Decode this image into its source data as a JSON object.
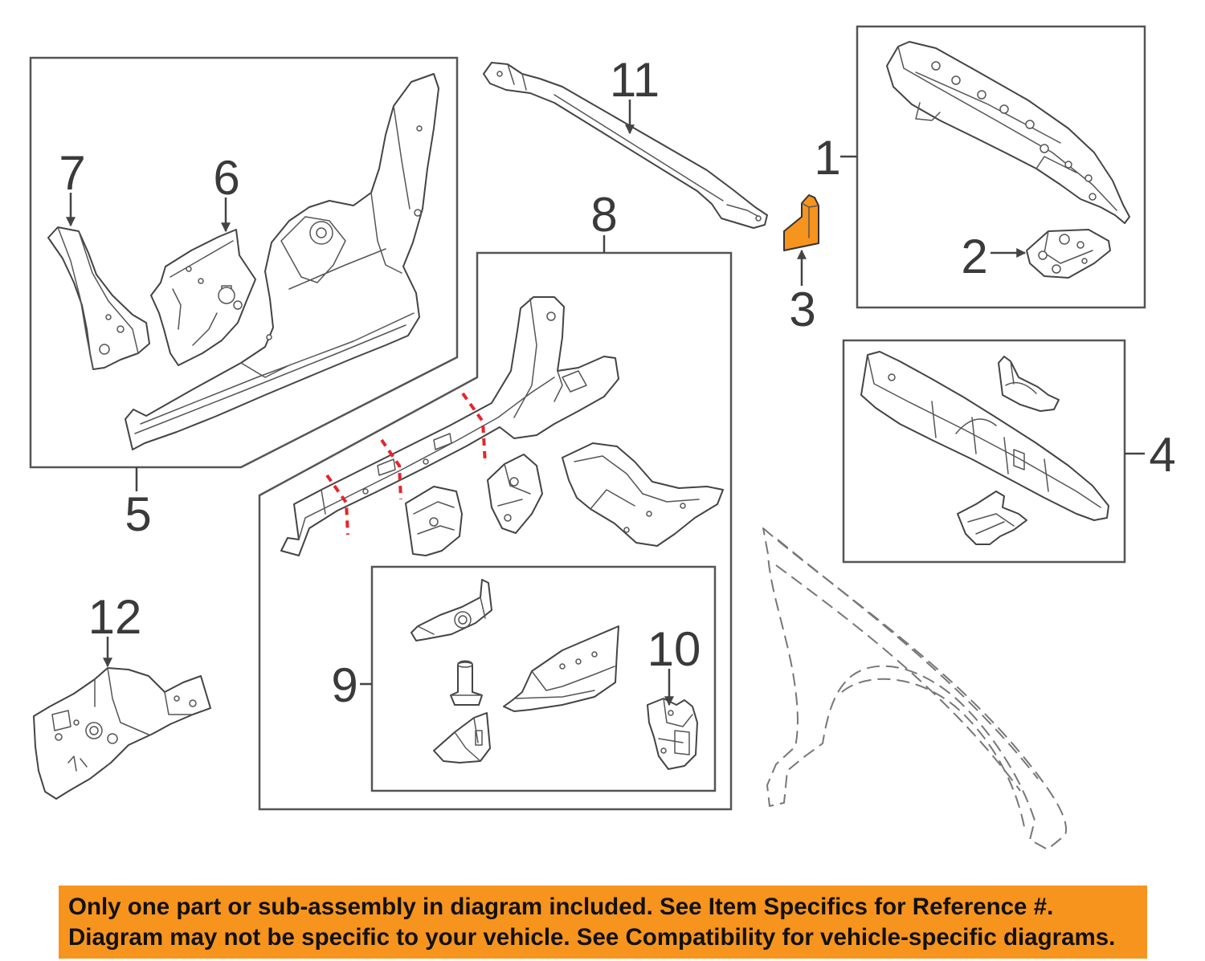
{
  "callouts": {
    "c1": "1",
    "c2": "2",
    "c3": "3",
    "c4": "4",
    "c5": "5",
    "c6": "6",
    "c7": "7",
    "c8": "8",
    "c9": "9",
    "c10": "10",
    "c11": "11",
    "c12": "12"
  },
  "banner": {
    "line1": "Only one part or sub-assembly in diagram included. See Item Specifics for Reference #.",
    "line2": "Diagram may not be specific to your vehicle. See Compatibility for vehicle-specific diagrams."
  },
  "colors": {
    "highlight": "#F7941D",
    "banner": "#F7941D",
    "cut_line": "#E8242A",
    "linework": "#444444"
  }
}
